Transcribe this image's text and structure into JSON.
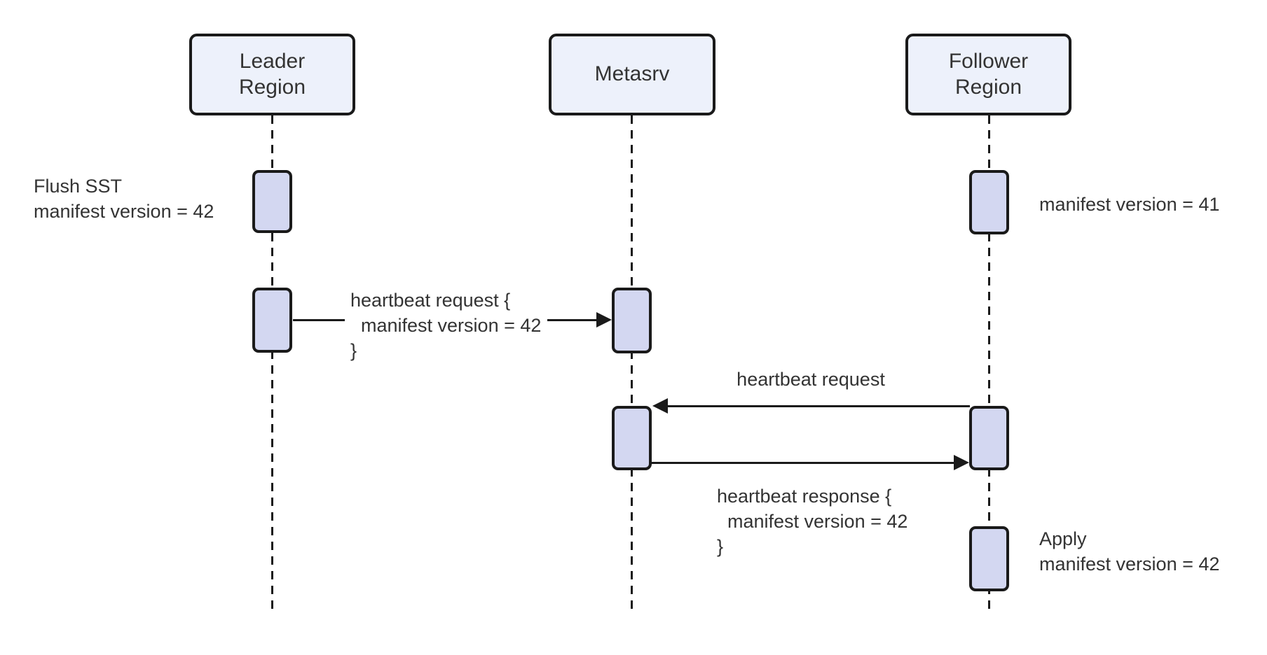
{
  "diagram": {
    "type": "sequence-diagram",
    "colors": {
      "background": "#ffffff",
      "participant_fill": "#EDF1FB",
      "activation_fill": "#D3D7F1",
      "line_and_border": "#1a1a1a",
      "text": "#333333"
    },
    "participants": [
      {
        "id": "leader-region",
        "label": "Leader\nRegion"
      },
      {
        "id": "metasrv",
        "label": "Metasrv"
      },
      {
        "id": "follower-region",
        "label": "Follower\nRegion"
      }
    ],
    "messages": [
      {
        "from": "leader-region",
        "to": "metasrv",
        "direction": "right",
        "label": "heartbeat request {\n  manifest version = 42\n}"
      },
      {
        "from": "follower-region",
        "to": "metasrv",
        "direction": "left",
        "label": "heartbeat request"
      },
      {
        "from": "metasrv",
        "to": "follower-region",
        "direction": "right",
        "label": "heartbeat response {\n  manifest version = 42\n}"
      }
    ],
    "annotations": [
      {
        "target": "leader-region",
        "side": "left",
        "text": "Flush SST\nmanifest version = 42"
      },
      {
        "target": "follower-region",
        "side": "right",
        "text": "manifest version = 41"
      },
      {
        "target": "follower-region",
        "side": "right",
        "text": "Apply\nmanifest version = 42"
      }
    ]
  }
}
